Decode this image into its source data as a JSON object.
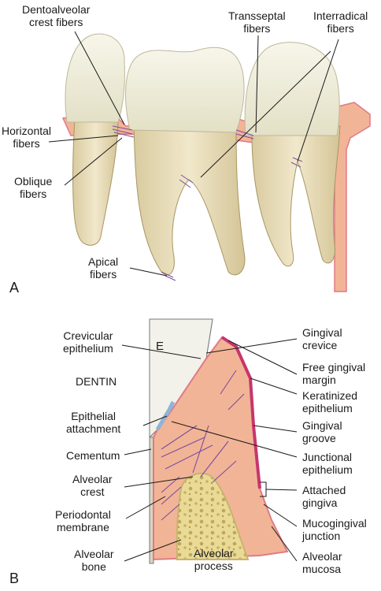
{
  "panels": {
    "a": {
      "letter": "A",
      "labels": {
        "dentoalveolar": [
          "Dentoalveolar",
          "crest fibers"
        ],
        "transseptal": [
          "Transseptal",
          "fibers"
        ],
        "interradical": [
          "Interradical",
          "fibers"
        ],
        "horizontal": [
          "Horizontal",
          "fibers"
        ],
        "oblique": [
          "Oblique",
          "fibers"
        ],
        "apical": [
          "Apical",
          "fibers"
        ]
      }
    },
    "b": {
      "letter": "B",
      "enamel_letter": "E",
      "labels": {
        "crevicular": [
          "Crevicular",
          "epithelium"
        ],
        "dentin": [
          "DENTIN"
        ],
        "epithelial_attachment": [
          "Epithelial",
          "attachment"
        ],
        "cementum": [
          "Cementum"
        ],
        "alveolar_crest": [
          "Alveolar",
          "crest"
        ],
        "periodontal": [
          "Periodontal",
          "membrane"
        ],
        "alveolar_bone": [
          "Alveolar",
          "bone"
        ],
        "alveolar_process": [
          "Alveolar",
          "process"
        ],
        "gingival_crevice": [
          "Gingival",
          "crevice"
        ],
        "free_gingival": [
          "Free gingival",
          "margin"
        ],
        "keratinized": [
          "Keratinized",
          "epithelium"
        ],
        "gingival_groove": [
          "Gingival",
          "groove"
        ],
        "junctional": [
          "Junctional",
          "epithelium"
        ],
        "attached_gingiva": [
          "Attached",
          "gingiva"
        ],
        "mucogingival": [
          "Mucogingival",
          "junction"
        ],
        "alveolar_mucosa": [
          "Alveolar",
          "mucosa"
        ]
      }
    }
  },
  "colors": {
    "tooth_crown": "#ecebd6",
    "tooth_root": "#e6dcb8",
    "gingiva": "#f2b496",
    "gingiva_edge": "#e07a86",
    "bone": "#e8d99a",
    "fiber": "#7a4f9e",
    "line": "#1a1a1a"
  }
}
